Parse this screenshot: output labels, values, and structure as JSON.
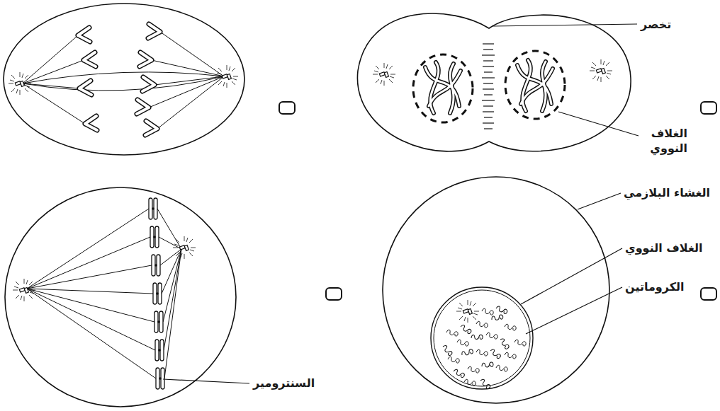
{
  "diagram": {
    "labels": [
      "تخصر",
      "الغلاف النووي",
      "الغشاء البلازمي",
      "الغلاف النووي",
      "الكروماتين",
      "السنترومير"
    ]
  }
}
